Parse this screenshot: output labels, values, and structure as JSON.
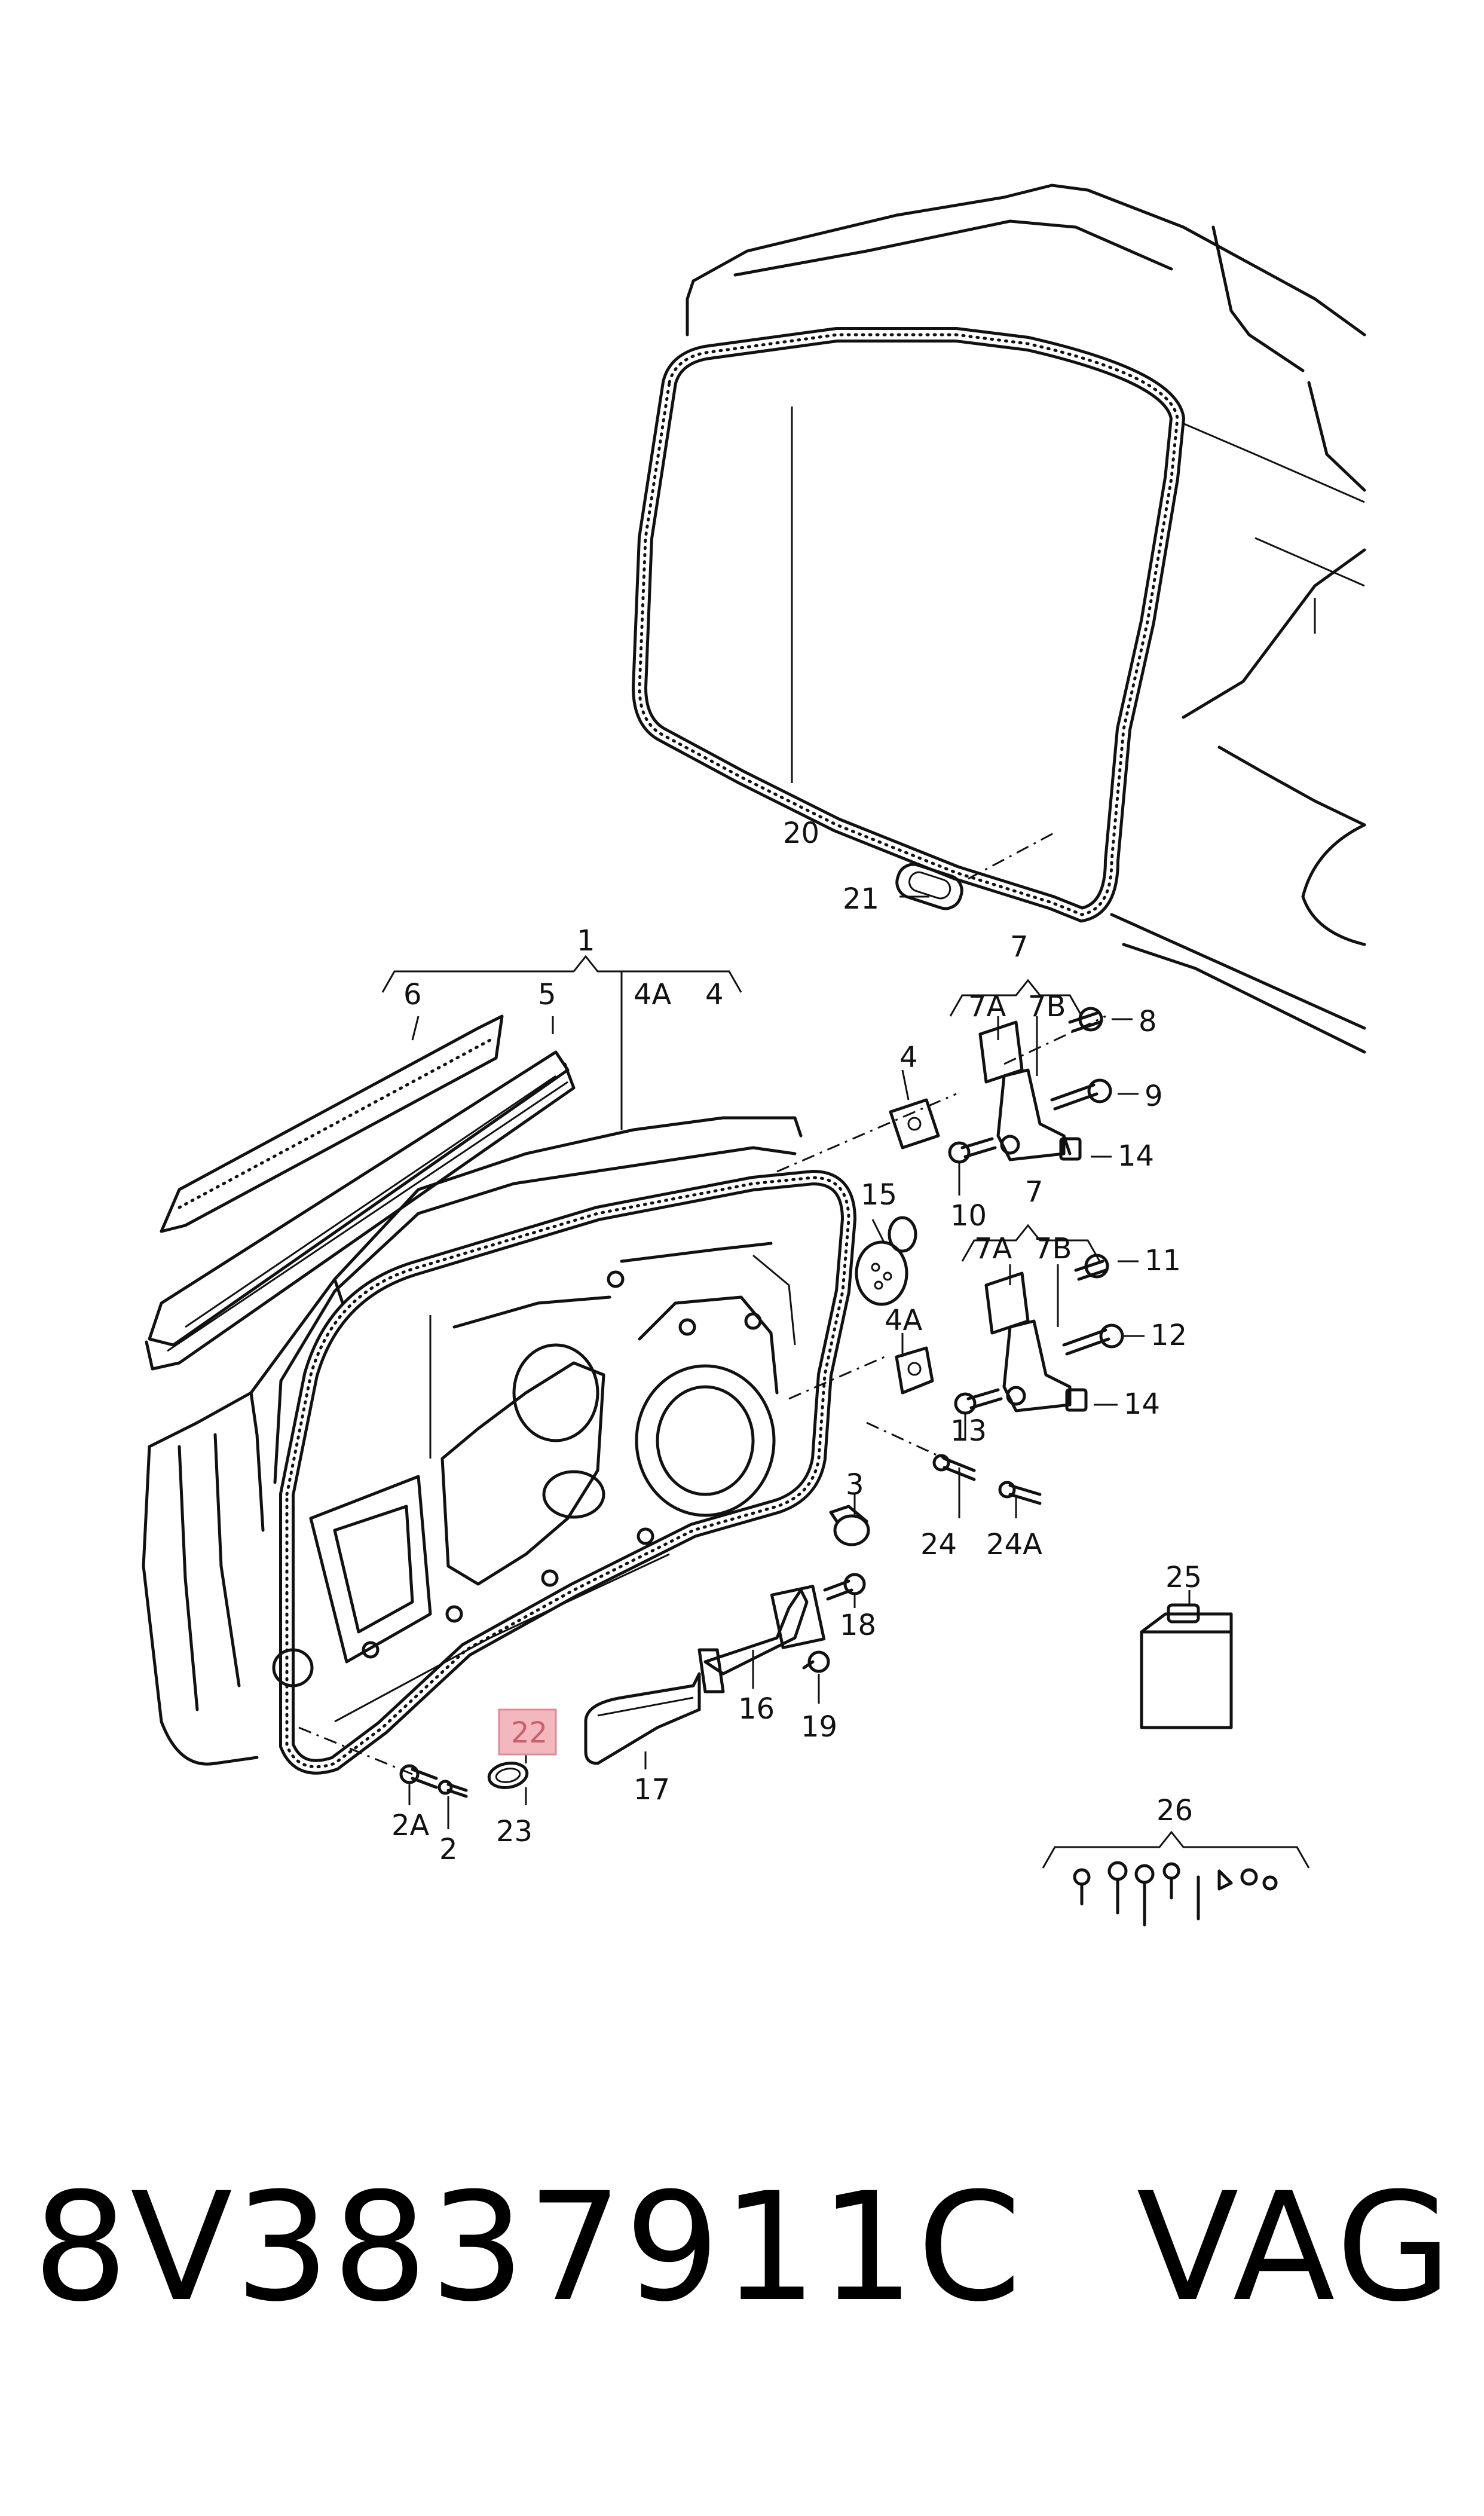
{
  "diagram": {
    "labels": {
      "l1": "1",
      "l2": "2",
      "l2a": "2A",
      "l3": "3",
      "l4": "4",
      "l4_top": "4",
      "l4a_top": "4A",
      "l4a": "4A",
      "l5": "5",
      "l6": "6",
      "l7_top": "7",
      "l7a_top": "7A",
      "l7b_top": "7B",
      "l7_bot": "7",
      "l7a_bot": "7A",
      "l7b_bot": "7B",
      "l8": "8",
      "l9": "9",
      "l10": "10",
      "l11": "11",
      "l12": "12",
      "l13": "13",
      "l14_top": "14",
      "l14_bot": "14",
      "l15": "15",
      "l16": "16",
      "l17": "17",
      "l18": "18",
      "l19": "19",
      "l20": "20",
      "l21": "21",
      "l22": "22",
      "l23": "23",
      "l24": "24",
      "l24a": "24A",
      "l25": "25",
      "l26": "26"
    },
    "highlight_color": "#f2b8bd"
  },
  "footer": {
    "part_number": "8V3837911C",
    "brand": "VAG"
  }
}
